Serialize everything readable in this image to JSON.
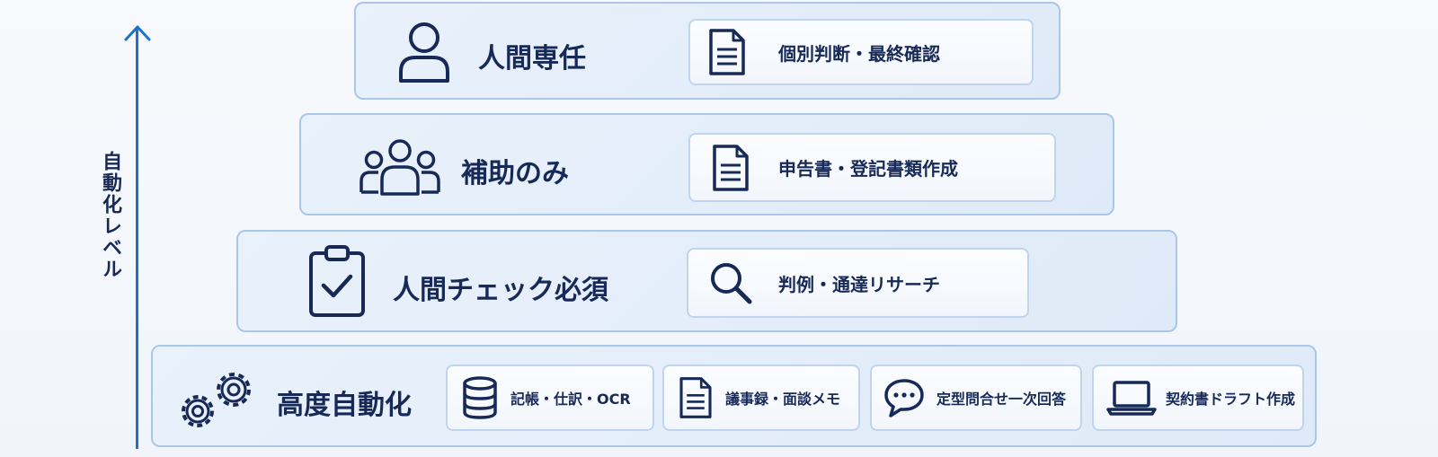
{
  "axis": {
    "label": "自動化レベル"
  },
  "tiers": [
    {
      "title": "人間専任",
      "icon": "person-icon",
      "tasks": [
        {
          "label": "個別判断・最終確認",
          "icon": "document-icon"
        }
      ]
    },
    {
      "title": "補助のみ",
      "icon": "group-icon",
      "tasks": [
        {
          "label": "申告書・登記書類作成",
          "icon": "document-icon"
        }
      ]
    },
    {
      "title": "人間チェック必須",
      "icon": "clipboard-check-icon",
      "tasks": [
        {
          "label": "判例・通達リサーチ",
          "icon": "search-icon"
        }
      ]
    },
    {
      "title": "高度自動化",
      "icon": "gears-icon",
      "tasks": [
        {
          "label": "記帳・仕訳・OCR",
          "icon": "database-icon"
        },
        {
          "label": "議事録・面談メモ",
          "icon": "document-icon"
        },
        {
          "label": "定型問合せ一次回答",
          "icon": "chat-icon"
        },
        {
          "label": "契約書ドラフト作成",
          "icon": "laptop-icon"
        }
      ]
    }
  ],
  "colors": {
    "accent": "#1f6fd1",
    "ink": "#172a57",
    "tier_border": "#a9c7ea"
  }
}
